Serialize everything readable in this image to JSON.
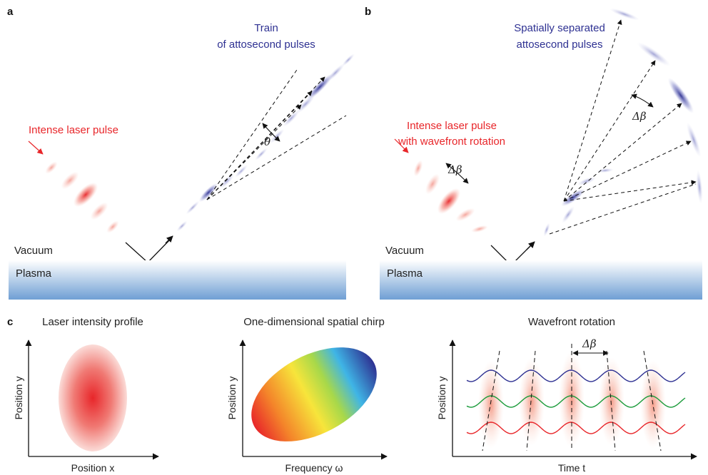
{
  "panels": {
    "a": {
      "letter": "a",
      "label_train_line1": "Train",
      "label_train_line2": "of attosecond pulses",
      "label_laser": "Intense laser pulse",
      "theta": "θ",
      "vacuum": "Vacuum",
      "plasma": "Plasma"
    },
    "b": {
      "letter": "b",
      "label_sep_line1": "Spatially separated",
      "label_sep_line2": "attosecond pulses",
      "label_laser_line1": "Intense laser pulse",
      "label_laser_line2": "with wavefront rotation",
      "delta_beta_1": "Δβ",
      "delta_beta_2": "Δβ",
      "vacuum": "Vacuum",
      "plasma": "Plasma"
    },
    "c": {
      "letter": "c",
      "plot1": {
        "title": "Laser intensity profile",
        "ylabel": "Position y",
        "xlabel": "Position x"
      },
      "plot2": {
        "title": "One-dimensional spatial chirp",
        "ylabel": "Position y",
        "xlabel": "Frequency ω"
      },
      "plot3": {
        "title": "Wavefront rotation",
        "ylabel": "Position y",
        "xlabel": "Time t",
        "delta_beta": "Δβ"
      }
    }
  },
  "colors": {
    "laser_red": "#e8262a",
    "attosecond_blue": "#2e3192",
    "plasma_top": "#ffffff",
    "plasma_bottom": "#6f9fd4",
    "wave_blue": "#2e3192",
    "wave_green": "#1a9b3a",
    "wave_red": "#e8262a"
  }
}
